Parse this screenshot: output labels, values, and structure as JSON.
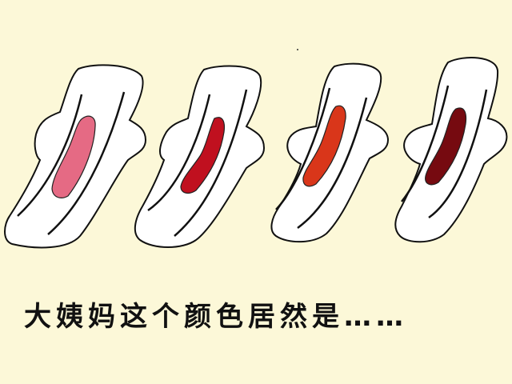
{
  "background_color": "#fcf8d8",
  "illustration": {
    "pads": [
      {
        "label": "pad-1",
        "stain_color": "#e56a84",
        "description": "pink"
      },
      {
        "label": "pad-2",
        "stain_color": "#c0101f",
        "description": "bright red"
      },
      {
        "label": "pad-3",
        "stain_color": "#d9361a",
        "description": "orange-red"
      },
      {
        "label": "pad-4",
        "stain_color": "#760a10",
        "description": "dark maroon"
      }
    ]
  },
  "caption": {
    "text": "大姨妈这个颜色居然是……"
  }
}
